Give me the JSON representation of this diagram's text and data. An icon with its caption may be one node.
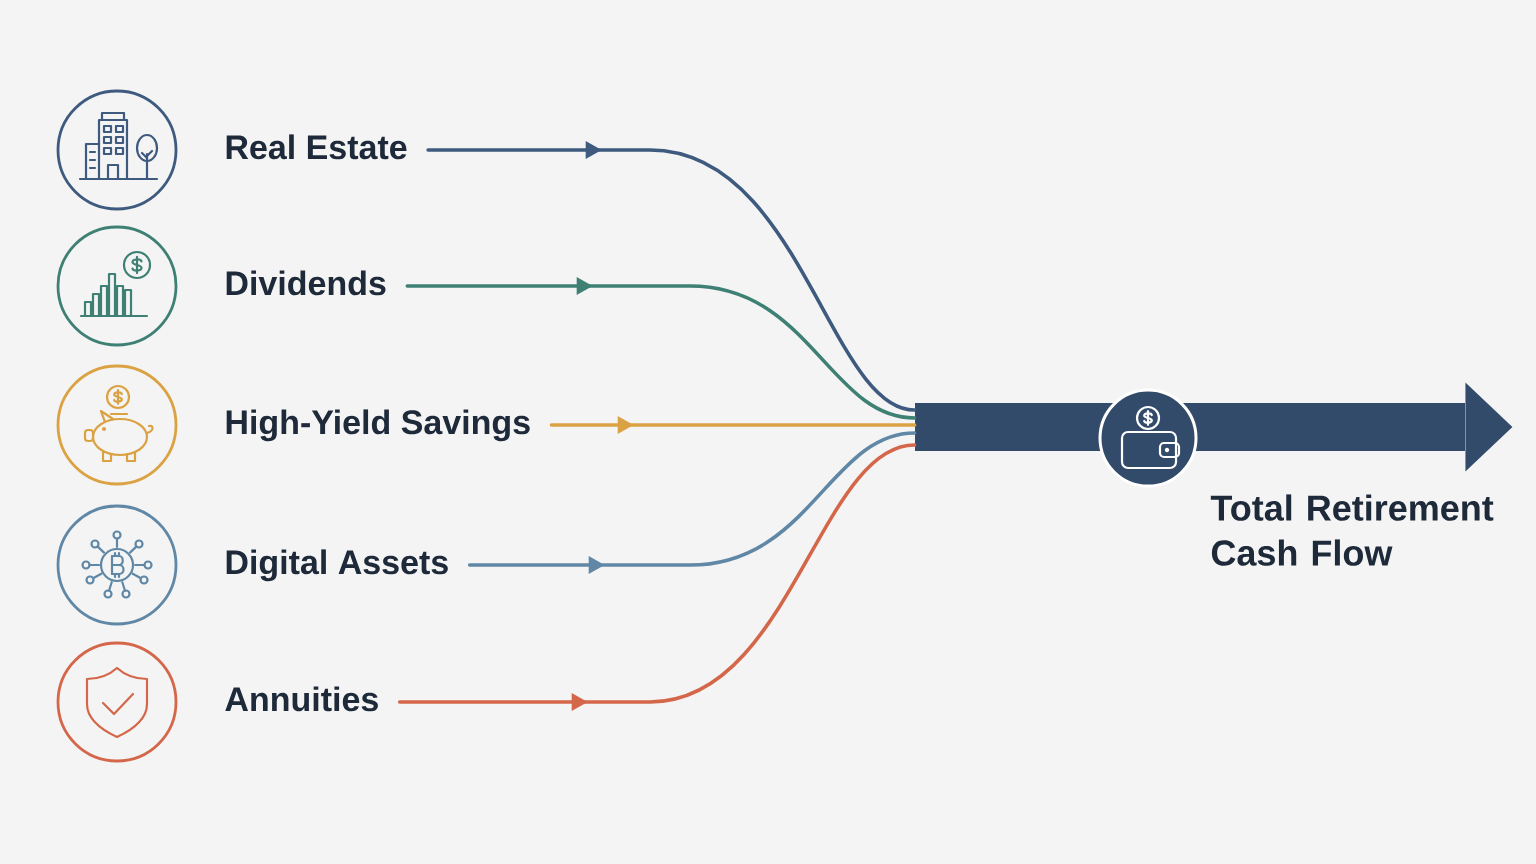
{
  "diagram": {
    "nodes": [
      {
        "text": [
          "Real Estate"
        ]
      },
      {
        "text": [
          "Dividends"
        ]
      },
      {
        "text": [
          "High-Yield Savings"
        ]
      },
      {
        "text": [
          "Digital Assets"
        ]
      },
      {
        "text": [
          "Annuities"
        ]
      },
      {
        "text": [],
        "shape": "arrow",
        "beside": [
          "Total Retirement Cash Flow"
        ]
      }
    ],
    "edges": [
      {
        "from": 0,
        "to": 5,
        "arrow": "to",
        "color": "#3e5a7e"
      },
      {
        "from": 1,
        "to": 5,
        "arrow": "to",
        "color": "#3f8074"
      },
      {
        "from": 2,
        "to": 5,
        "arrow": "to",
        "color": "#dba243"
      },
      {
        "from": 3,
        "to": 5,
        "arrow": "to",
        "color": "#6088a6"
      },
      {
        "from": 4,
        "to": 5,
        "arrow": "to",
        "color": "#d4674a"
      }
    ]
  }
}
